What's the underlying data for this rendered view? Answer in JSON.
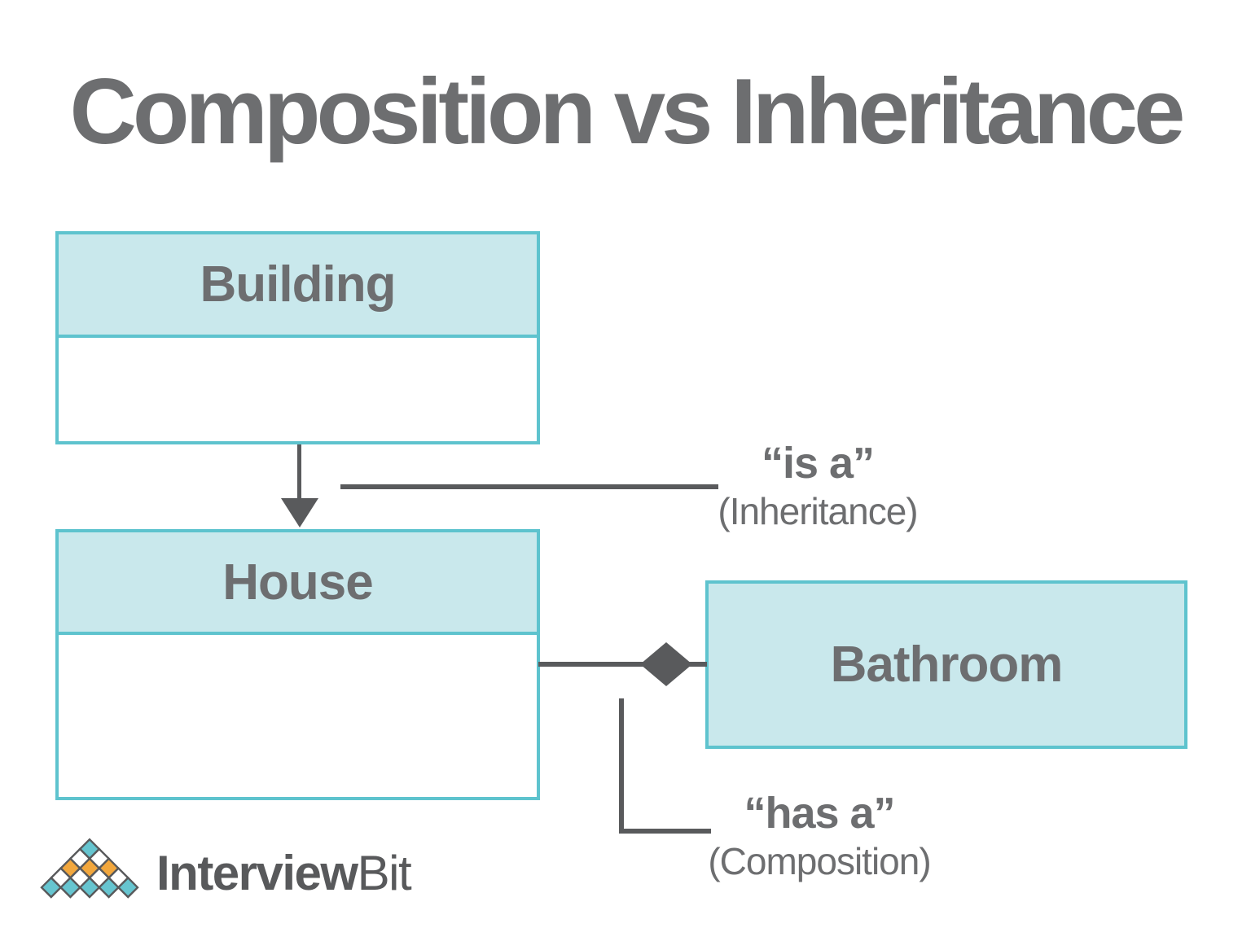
{
  "title": "Composition vs Inheritance",
  "colors": {
    "background": "#ffffff",
    "teal_border": "#5ec3ce",
    "teal_fill": "#c9e8ec",
    "line_gray": "#595a5c",
    "text_gray": "#6d6e70",
    "logo_text_gray": "#58595b",
    "logo_teal": "#66c5d0",
    "logo_orange": "#f2a73d",
    "white": "#ffffff"
  },
  "diagram": {
    "classes": [
      {
        "name": "Building"
      },
      {
        "name": "House"
      },
      {
        "name": "Bathroom"
      }
    ],
    "relations": [
      {
        "type": "inheritance",
        "label": "“is a”",
        "sublabel": "(Inheritance)"
      },
      {
        "type": "composition",
        "label": "“has a”",
        "sublabel": "(Composition)"
      }
    ]
  },
  "logo": {
    "name_bold": "Interview",
    "name_light": "Bit",
    "pyramid_rows": [
      [
        "logo_teal"
      ],
      [
        "white",
        "white"
      ],
      [
        "logo_orange",
        "logo_orange",
        "logo_orange"
      ],
      [
        "white",
        "white",
        "white",
        "white"
      ],
      [
        "logo_teal",
        "logo_teal",
        "logo_teal",
        "logo_teal",
        "logo_teal"
      ]
    ]
  }
}
